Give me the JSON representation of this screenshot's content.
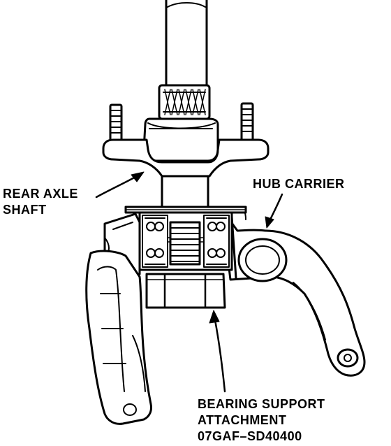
{
  "labels": {
    "rear_axle_shaft": {
      "line1": "REAR AXLE",
      "line2": "SHAFT"
    },
    "hub_carrier": {
      "line1": "HUB CARRIER"
    },
    "bearing_support": {
      "line1": "BEARING SUPPORT",
      "line2": "ATTACHMENT",
      "line3": "07GAF–SD40400"
    }
  },
  "colors": {
    "ink": "#000000",
    "paper": "#ffffff"
  }
}
